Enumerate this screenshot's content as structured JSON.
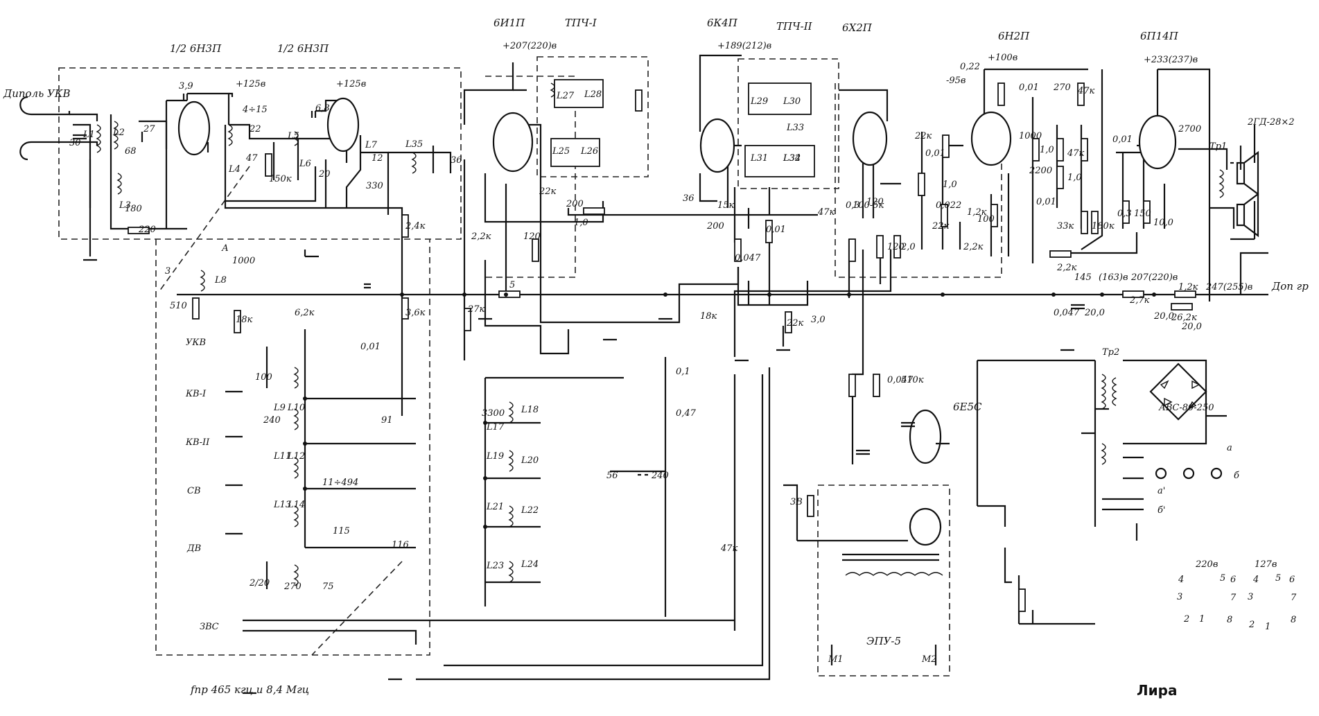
{
  "title": "Лира",
  "if_note": "fпр 465 кгц и 8,4 Мгц",
  "tubes": [
    {
      "name": "1/2 6Н3П"
    },
    {
      "name": "1/2 6Н3П"
    },
    {
      "name": "6И1П",
      "voltage": "+207(220)в"
    },
    {
      "name": "6К4П",
      "voltage": "+189(212)в"
    },
    {
      "name": "6Х2П"
    },
    {
      "name": "6Н2П",
      "voltage": "+100в"
    },
    {
      "name": "6П14П",
      "voltage": "+233(237)в"
    },
    {
      "name": "6Е5С"
    }
  ],
  "module_labels": [
    "ТПЧ-I",
    "ТПЧ-II",
    "ЭПУ-5",
    "АВС-80-250",
    "2ГД-28×2",
    "Тр1",
    "Тр2"
  ],
  "input_labels": {
    "dipole": "Диполь УКВ",
    "dop_gr": "Доп гр",
    "ukv": "УКВ",
    "zvs": "ЗВС",
    "z": "3",
    "a": "А",
    "zv": "3В"
  },
  "band_labels": [
    "КВ-I",
    "КВ-II",
    "СВ",
    "ДВ"
  ],
  "voltages": [
    "+125в",
    "+125в",
    "-95в",
    "145",
    "(163)в",
    "207(220)в",
    "247(255)в"
  ],
  "coils": [
    "L1",
    "L2",
    "L3",
    "L4",
    "L5",
    "L6",
    "L7",
    "L8",
    "L9",
    "L10",
    "L11",
    "L12",
    "L13",
    "L14",
    "L17",
    "L18",
    "L19",
    "L20",
    "L21",
    "L22",
    "L23",
    "L24",
    "L25",
    "L26",
    "L27",
    "L28",
    "L29",
    "L30",
    "L31",
    "L32",
    "L33",
    "L34",
    "L35"
  ],
  "values": [
    "30",
    "27",
    "68",
    "180",
    "220",
    "3,9",
    "4÷15",
    "22",
    "47",
    "6,8",
    "150к",
    "20",
    "12",
    "330",
    "36",
    "2,4к",
    "3,6к",
    "1000",
    "510",
    "18к",
    "6,2к",
    "0,01",
    "5",
    "27к",
    "2,2к",
    "120",
    "22к",
    "200",
    "1,0",
    "36",
    "15к",
    "200",
    "0,047",
    "0,01",
    "18к",
    "22к",
    "3,0",
    "47к",
    "0,3",
    "100-5к",
    "120",
    "120",
    "2,0",
    "22к",
    "0,01",
    "1,0",
    "22к",
    "0,022",
    "1,2к",
    "100",
    "2,2к",
    "0,22",
    "0,01",
    "270",
    "47к",
    "1000",
    "1,0",
    "2200",
    "47к",
    "1,0",
    "0,01",
    "33к",
    "180к",
    "0,01",
    "0,3",
    "150",
    "10,0",
    "2700",
    "2,2к",
    "1,2к",
    "2,7к",
    "26,2к",
    "0,047",
    "20,0",
    "20,0",
    "20,0",
    "100",
    "240",
    "91",
    "11÷494",
    "115",
    "116",
    "2/20",
    "75",
    "270",
    "3300",
    "56",
    "240",
    "0,1",
    "0,47",
    "47к",
    "0,047",
    "510к"
  ],
  "epu_terms": [
    "М1",
    "М2",
    "а",
    "б",
    "а'",
    "б'"
  ],
  "switch_captions": [
    "220в",
    "127в"
  ],
  "switch_pins": [
    "1",
    "2",
    "3",
    "4",
    "5",
    "6",
    "7",
    "8"
  ]
}
